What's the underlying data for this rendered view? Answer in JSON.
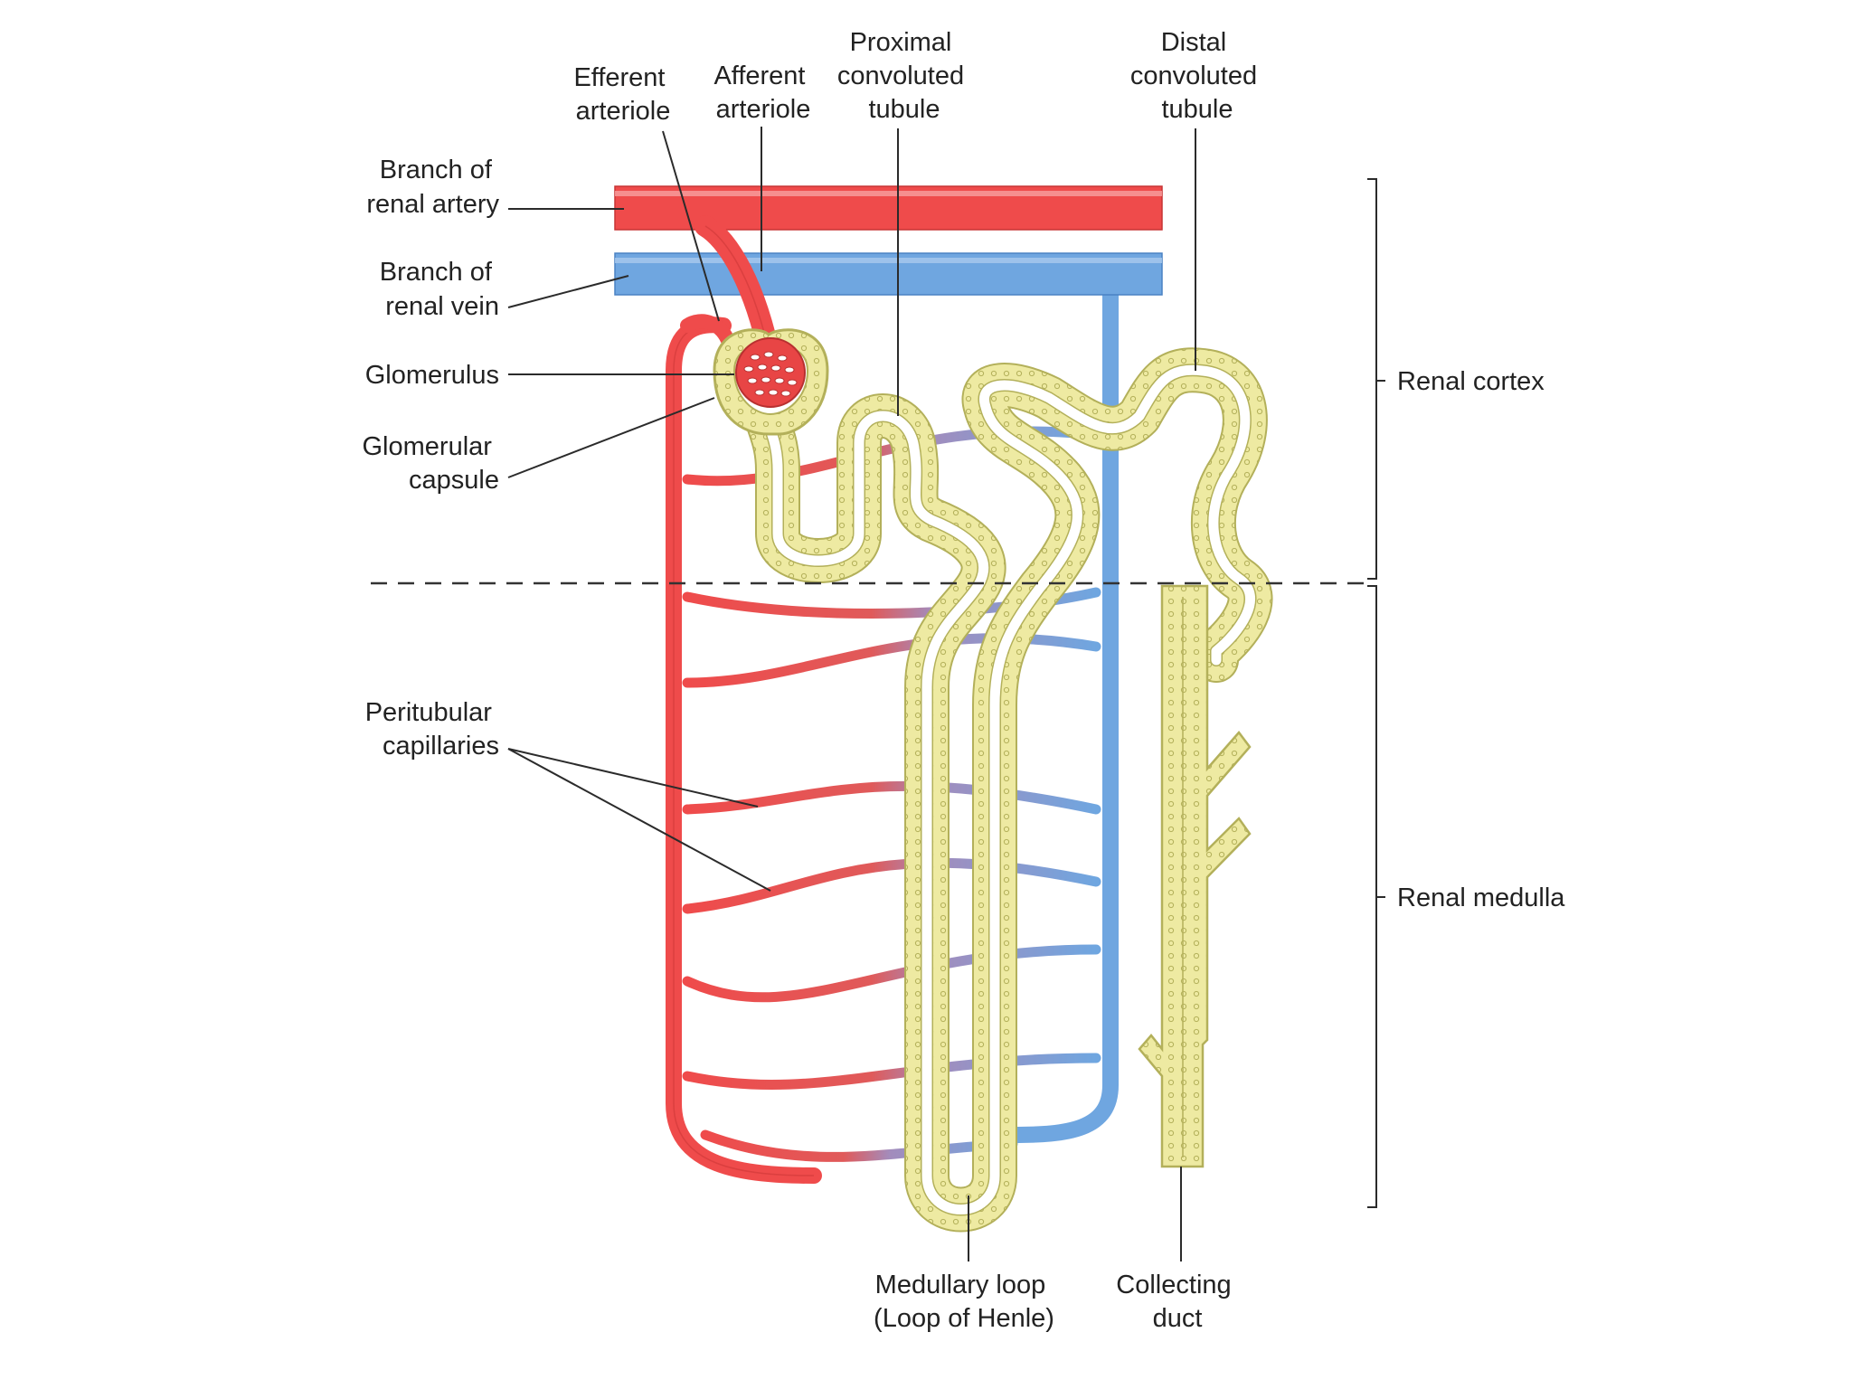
{
  "colors": {
    "artery": "#ef4b4b",
    "artery_edge": "#c73434",
    "vein": "#6fa6e0",
    "vein_edge": "#4a82c4",
    "tubule_fill": "#eeeaa2",
    "tubule_edge": "#b3b05a",
    "background": "#ffffff",
    "text": "#222222"
  },
  "labels": {
    "efferent_arteriole": [
      "Efferent",
      "arteriole"
    ],
    "afferent_arteriole": [
      "Afferent",
      "arteriole"
    ],
    "proximal_tubule": [
      "Proximal",
      "convoluted",
      "tubule"
    ],
    "distal_tubule": [
      "Distal",
      "convoluted",
      "tubule"
    ],
    "branch_renal_artery": [
      "Branch of",
      "renal artery"
    ],
    "branch_renal_vein": [
      "Branch of",
      "renal vein"
    ],
    "glomerulus": [
      "Glomerulus"
    ],
    "glomerular_capsule": [
      "Glomerular",
      "capsule"
    ],
    "peritubular_capillaries": [
      "Peritubular",
      "capillaries"
    ],
    "renal_cortex": [
      "Renal cortex"
    ],
    "renal_medulla": [
      "Renal medulla"
    ],
    "medullary_loop": [
      "Medullary loop",
      "(Loop of Henle)"
    ],
    "collecting_duct": [
      "Collecting",
      "duct"
    ]
  }
}
